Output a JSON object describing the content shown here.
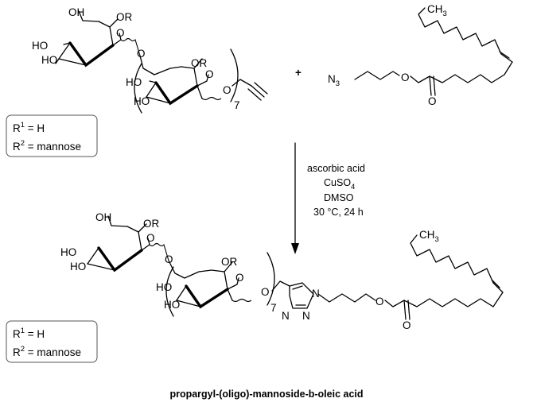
{
  "caption": "propargyl-(oligo)-mannoside-b-oleic acid",
  "plus": "+",
  "reagents": [
    "ascorbic acid",
    "CuSO",
    "DMSO",
    "30 °C, 24 h"
  ],
  "reagent_subscript": "4",
  "labels": {
    "oh": "OH",
    "ho": "HO",
    "or": "OR",
    "o": "O",
    "n": "N",
    "n3": "N",
    "n3_sub": "3",
    "ch3": "CH",
    "ch3_sub": "3",
    "repeat": "7"
  },
  "r_groups": {
    "r1": "R",
    "r1_sup": "1",
    "r1_val": " = H",
    "r2": "R",
    "r2_sup": "2",
    "r2_val": " = mannose"
  }
}
